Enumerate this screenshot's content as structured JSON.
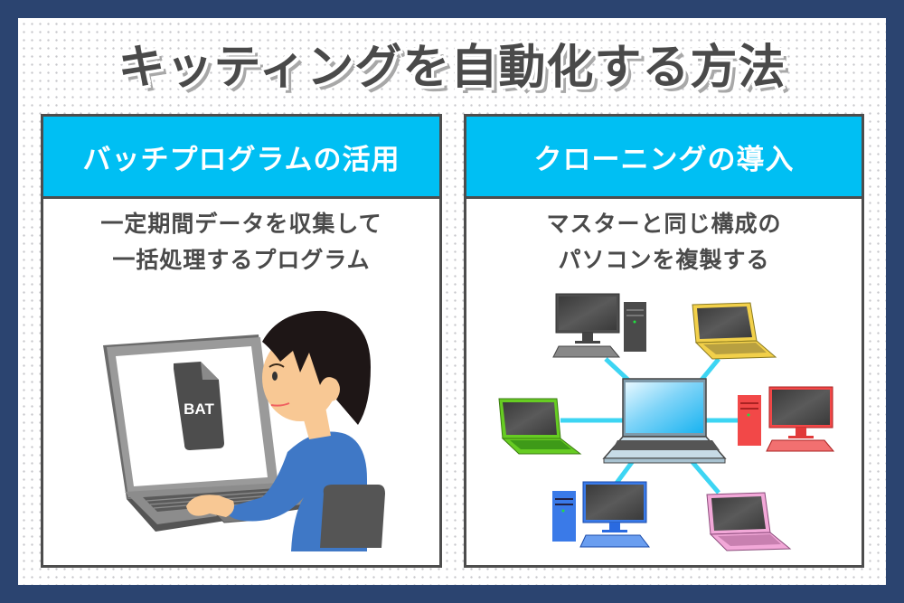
{
  "title": "キッティングを自動化する方法",
  "panels": [
    {
      "heading": "バッチプログラムの活用",
      "description_lines": [
        "一定期間データを収集して",
        "一括処理するプログラム"
      ],
      "illustration": {
        "type": "person-at-laptop",
        "screen_file_label": "BAT"
      }
    },
    {
      "heading": "クローニングの導入",
      "description_lines": [
        "マスターと同じ構成の",
        "パソコンを複製する"
      ],
      "illustration": {
        "type": "cloning-network",
        "center": "master-laptop",
        "nodes": [
          "gray-desktop",
          "yellow-laptop",
          "green-laptop",
          "red-desktop",
          "blue-desktop",
          "pink-laptop"
        ]
      }
    }
  ],
  "colors": {
    "frame": "#2b4470",
    "header_accent": "#00bff3",
    "panel_border": "#4d4d4d",
    "text_dark": "#4a4a4a",
    "network_line": "#3dd5f3"
  }
}
